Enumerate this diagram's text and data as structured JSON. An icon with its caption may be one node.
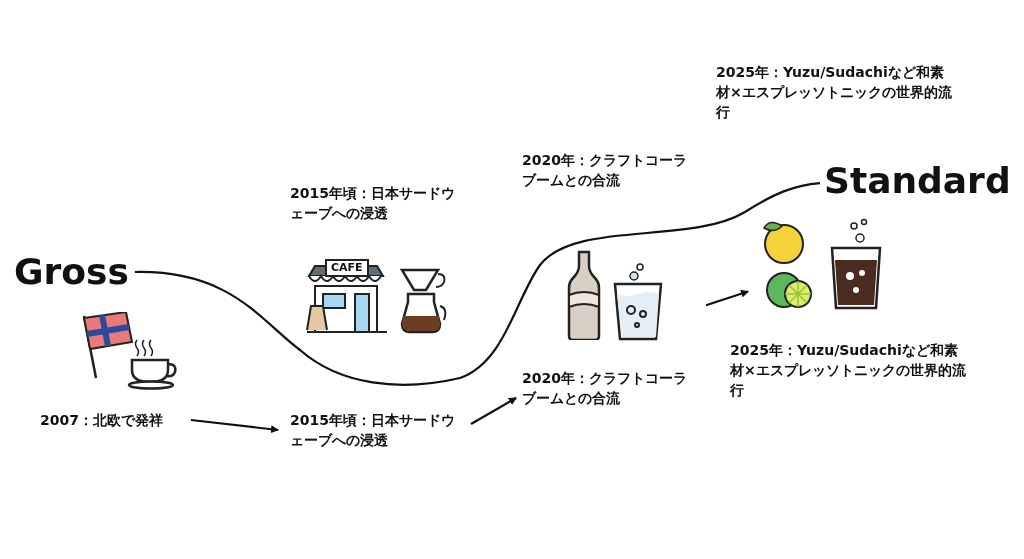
{
  "diagram": {
    "nodes": [
      {
        "text": [
          "2007：北欧で発祥"
        ]
      },
      {
        "text": [
          "2015年頃：日本サードウェーブへの浸透"
        ]
      },
      {
        "text": [
          "2020年：クラフトコーラブームとの合流"
        ]
      },
      {
        "text": [],
        "shape": "picture"
      },
      {
        "text": [],
        "shape": "picture"
      },
      {
        "text": [
          "Gross"
        ]
      },
      {
        "text": [
          "Standard"
        ]
      }
    ],
    "edges": [
      {
        "from": 0,
        "to": 1,
        "arrow": "to"
      },
      {
        "from": 1,
        "to": 2,
        "arrow": "to"
      },
      {
        "from": 3,
        "to": 4,
        "arrow": "to"
      },
      {
        "from": 5,
        "to": 6,
        "arrow": "none"
      }
    ],
    "labels": [
      "2025年：Yuzu/Sudachiなど和素材×エスプレッソトニックの世界的流行",
      "2020年：クラフトコーラブームとの合流",
      "2015年頃：日本サードウェーブへの浸透",
      "CAFE",
      "2025年：Yuzu/Sudachiなど和素材×エスプレッソトニックの世界的流行"
    ]
  }
}
